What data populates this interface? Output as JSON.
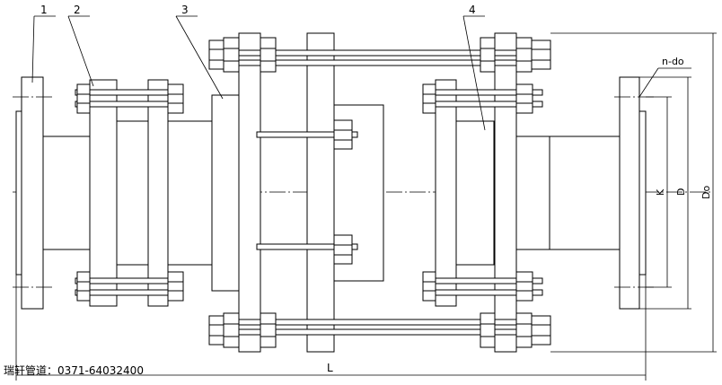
{
  "labels": {
    "part1": "1",
    "part2": "2",
    "part3": "3",
    "part4": "4",
    "holes": "n-do",
    "length": "L",
    "k": "K",
    "d": "D",
    "do": "Do"
  },
  "footer": {
    "company": "瑞轩管道：0371-64032400"
  }
}
